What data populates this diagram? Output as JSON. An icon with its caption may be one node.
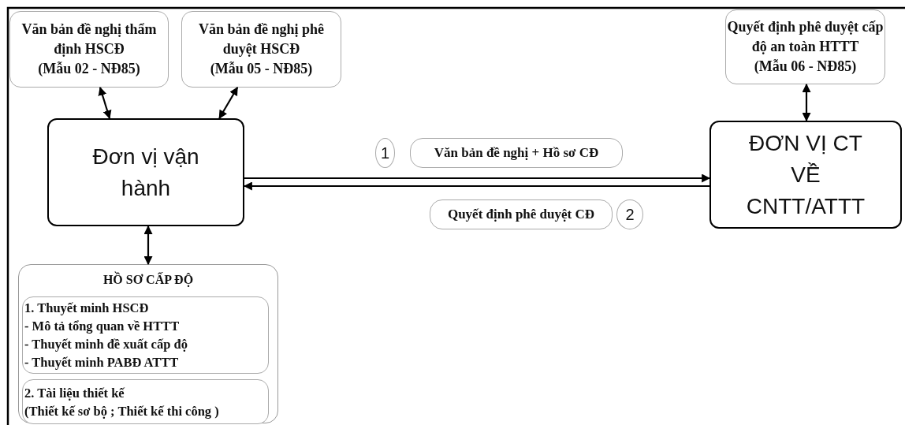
{
  "diagram": {
    "nodes": [
      {
        "text": [
          "Văn bản đề nghị thẩm định HSCĐ",
          "(Mẫu 02 - NĐ85)"
        ]
      },
      {
        "text": [
          "Văn bản đề nghị phê duyệt HSCĐ",
          "(Mẫu 05 - NĐ85)"
        ]
      },
      {
        "text": [
          "Quyết định phê duyệt cấp độ an toàn HTTT",
          "(Mẫu 06 - NĐ85)"
        ]
      },
      {
        "text": [
          "Đơn vị vận hành"
        ]
      },
      {
        "text": [
          "ĐƠN VỊ CT VỀ CNTT/ATTT"
        ]
      },
      {
        "text": [
          "1"
        ]
      },
      {
        "text": [
          "Văn bản đề nghị + Hồ sơ CĐ"
        ]
      },
      {
        "text": [
          "Quyết định phê duyệt CĐ"
        ]
      },
      {
        "text": [
          "2"
        ]
      },
      {
        "text": [
          "HỒ SƠ CẤP ĐỘ"
        ]
      },
      {
        "text": [
          "1. Thuyết minh HSCĐ",
          "- Mô tả tổng quan về HTTT",
          "- Thuyết minh đề xuất cấp độ",
          "- Thuyết minh PABĐ ATTT"
        ],
        "in": 9
      },
      {
        "text": [
          "2. Tài liệu thiết kế",
          "(Thiết kế sơ bộ ; Thiết kế thi công )"
        ],
        "in": 9
      }
    ],
    "edges": [
      {
        "from": 0,
        "to": 3,
        "arrow": "both"
      },
      {
        "from": 1,
        "to": 3,
        "arrow": "both"
      },
      {
        "from": 2,
        "to": 4,
        "arrow": "both"
      },
      {
        "from": 3,
        "to": 9,
        "arrow": "both"
      },
      {
        "from": 3,
        "to": 4,
        "arrow": "to"
      },
      {
        "from": 4,
        "to": 3,
        "arrow": "to"
      }
    ]
  }
}
